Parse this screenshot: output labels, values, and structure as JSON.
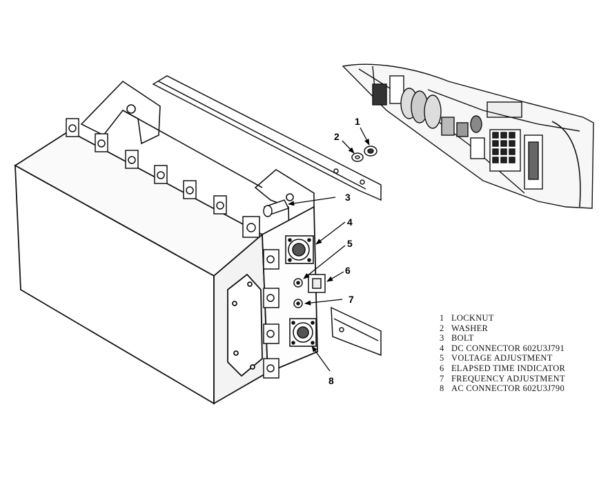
{
  "callouts": [
    "1",
    "2",
    "3",
    "4",
    "5",
    "6",
    "7",
    "8"
  ],
  "legend": [
    {
      "number": "1",
      "label": "LOCKNUT"
    },
    {
      "number": "2",
      "label": "WASHER"
    },
    {
      "number": "3",
      "label": "BOLT"
    },
    {
      "number": "4",
      "label": "DC CONNECTOR 602U3J791"
    },
    {
      "number": "5",
      "label": "VOLTAGE ADJUSTMENT"
    },
    {
      "number": "6",
      "label": "ELAPSED TIME INDICATOR"
    },
    {
      "number": "7",
      "label": "FREQUENCY ADJUSTMENT"
    },
    {
      "number": "8",
      "label": "AC CONNECTOR 602U3J790"
    }
  ]
}
